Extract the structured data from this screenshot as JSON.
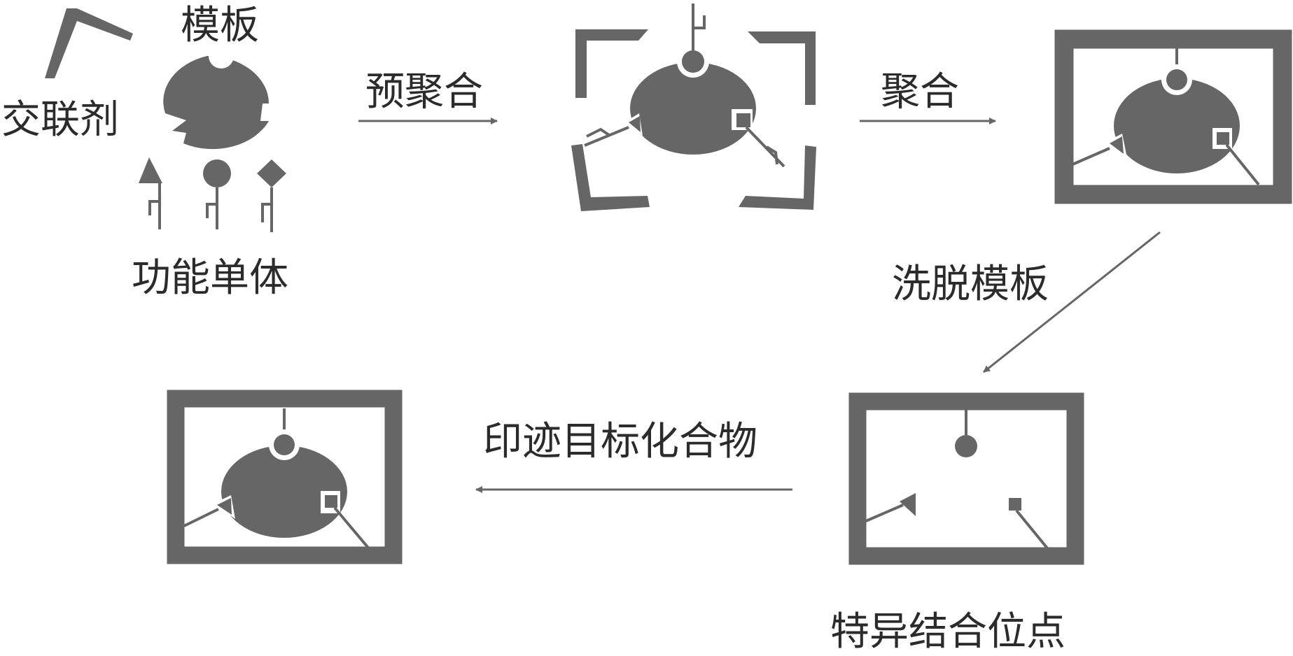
{
  "labels": {
    "template": "模板",
    "crosslinker": "交联剂",
    "functional_monomer": "功能单体",
    "pre_polymerization": "预聚合",
    "polymerization": "聚合",
    "elute_template": "洗脱模板",
    "imprint_target": "印迹目标化合物",
    "binding_sites": "特异结合位点"
  },
  "colors": {
    "shape": "#666666",
    "text": "#2b2b2b",
    "background": "#ffffff"
  }
}
